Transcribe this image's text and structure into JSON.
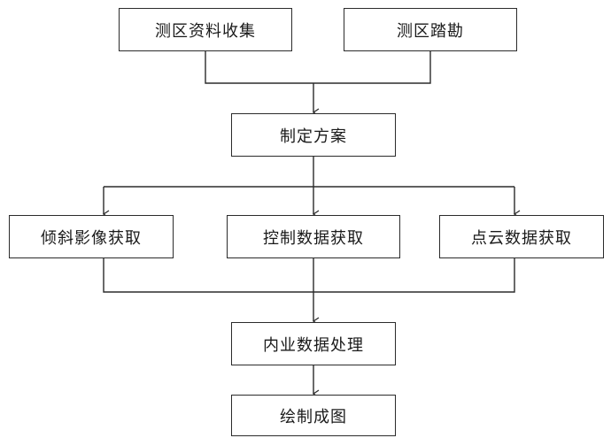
{
  "diagram": {
    "nodes": {
      "survey_data_collection": "测区资料收集",
      "site_reconnaissance": "测区踏勘",
      "plan_formulation": "制定方案",
      "oblique_image_acquisition": "倾斜影像获取",
      "control_data_acquisition": "控制数据获取",
      "point_cloud_acquisition": "点云数据获取",
      "office_data_processing": "内业数据处理",
      "mapping": "绘制成图"
    },
    "edges": [
      {
        "from": "survey_data_collection",
        "to": "plan_formulation"
      },
      {
        "from": "site_reconnaissance",
        "to": "plan_formulation"
      },
      {
        "from": "plan_formulation",
        "to": "oblique_image_acquisition"
      },
      {
        "from": "plan_formulation",
        "to": "control_data_acquisition"
      },
      {
        "from": "plan_formulation",
        "to": "point_cloud_acquisition"
      },
      {
        "from": "oblique_image_acquisition",
        "to": "office_data_processing"
      },
      {
        "from": "control_data_acquisition",
        "to": "office_data_processing"
      },
      {
        "from": "point_cloud_acquisition",
        "to": "office_data_processing"
      },
      {
        "from": "office_data_processing",
        "to": "mapping"
      }
    ]
  }
}
